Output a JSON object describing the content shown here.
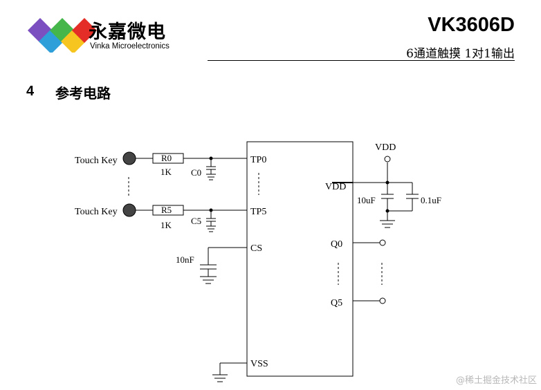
{
  "header": {
    "brand_cn": "永嘉微电",
    "brand_en": "Vinka Microelectronics",
    "part_number": "VK3606D",
    "subtitle": "6通道触摸 1对1输出"
  },
  "section": {
    "number": "4",
    "title": "参考电路"
  },
  "circuit": {
    "touch_key_1": "Touch Key",
    "touch_key_2": "Touch Key",
    "r0": "R0",
    "r5": "R5",
    "r0_value": "1K",
    "r5_value": "1K",
    "c0": "C0",
    "c5": "C5",
    "cs_cap": "10nF",
    "pin_tp0": "TP0",
    "pin_tp5": "TP5",
    "pin_cs": "CS",
    "pin_vss": "VSS",
    "pin_vdd": "VDD",
    "pin_q0": "Q0",
    "pin_q5": "Q5",
    "vdd_supply": "VDD",
    "cap_10uf": "10uF",
    "cap_01uf": "0.1uF"
  },
  "watermark": "@稀土掘金技术社区",
  "logo_colors": [
    "#7b4fbf",
    "#2e9fd9",
    "#45b649",
    "#f6c520",
    "#e52d27"
  ]
}
